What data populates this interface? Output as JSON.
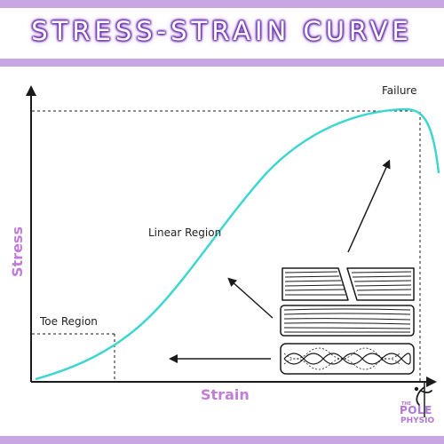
{
  "header": {
    "title": "STRESS-STRAIN CURVE"
  },
  "diagram": {
    "y_axis_label": "Stress",
    "x_axis_label": "Strain",
    "annotations": {
      "failure": "Failure",
      "linear_region": "Linear Region",
      "toe_region": "Toe Region"
    },
    "curve_color": "#3fd6d2",
    "axis_title_color": "#c17cd9",
    "accent_bar_color": "#c7a6e3"
  },
  "logo": {
    "small": "THE",
    "line1": "POLE",
    "line2": "PHYSIO",
    "icon": "pole-dancer-icon"
  }
}
